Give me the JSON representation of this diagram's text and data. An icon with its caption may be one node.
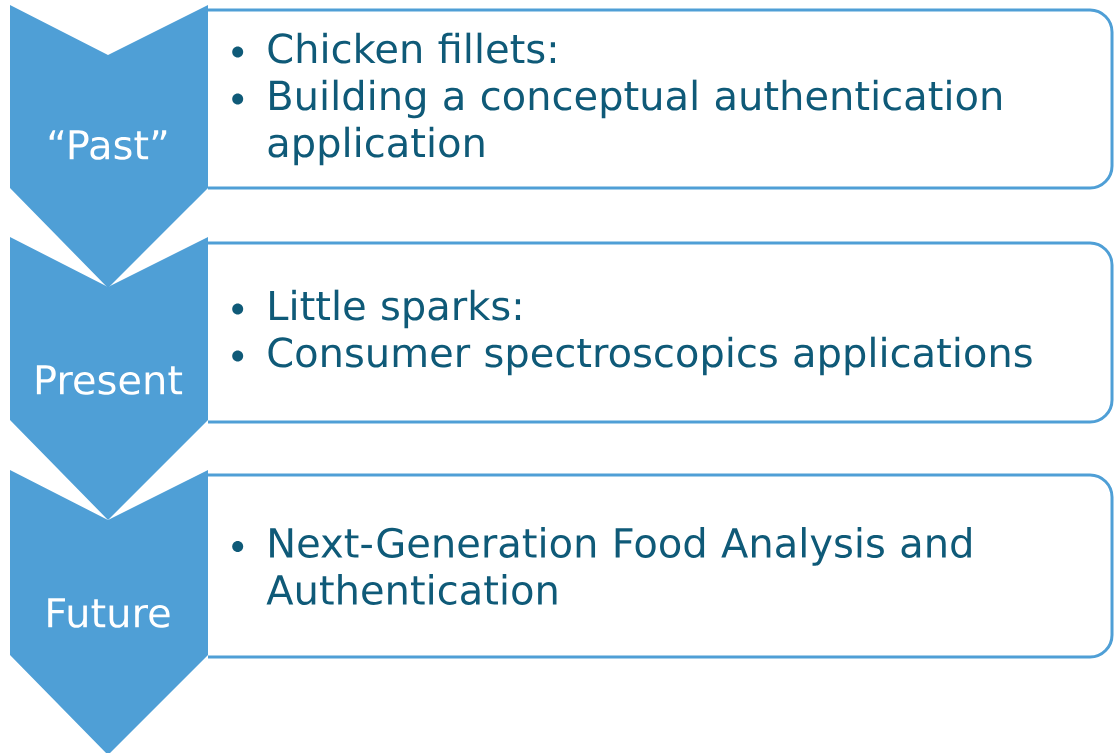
{
  "diagram": {
    "nodes": [
      {
        "text": [
          "“Past”"
        ]
      },
      {
        "text": [
          "Chicken fillets:",
          "Building a conceptual authentication application"
        ]
      },
      {
        "text": [
          "Present"
        ]
      },
      {
        "text": [
          "Little sparks:",
          "Consumer spectroscopics applications"
        ]
      },
      {
        "text": [
          "Future"
        ]
      },
      {
        "text": [
          "Next-Generation Food Analysis and Authentication"
        ]
      }
    ]
  }
}
